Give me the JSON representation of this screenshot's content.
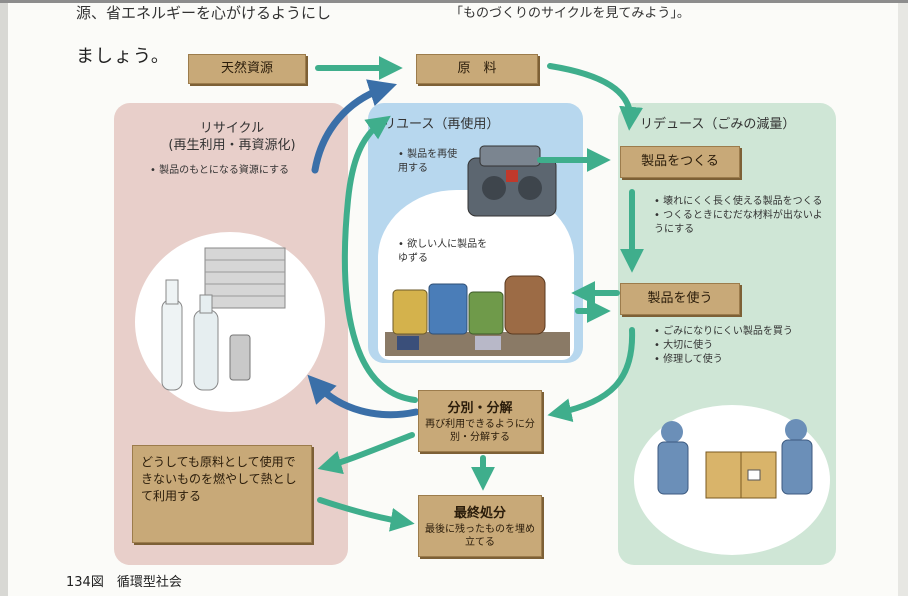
{
  "header": {
    "top_left": "源、省エネルギーを心がけるようにし",
    "top_right": "「ものづくりのサイクルを見てみよう」。",
    "line2": "ましょう。"
  },
  "flow_boxes": {
    "natural_resources": "天然資源",
    "raw_materials": "原　料",
    "make_products": "製品をつくる",
    "use_products": "製品を使う",
    "sort_disassemble": {
      "title": "分別・分解",
      "sub": "再び利用できるように分別・分解する"
    },
    "burn_for_heat": "どうしても原料として使用できないものを燃やして熱として利用する",
    "final_disposal": {
      "title": "最終処分",
      "sub": "最後に残ったものを埋め立てる"
    }
  },
  "panels": {
    "recycle": {
      "title_line1": "リサイクル",
      "title_line2": "(再生利用・再資源化)",
      "bullets": [
        "製品のもとになる資源にする"
      ]
    },
    "reuse": {
      "title": "リユース（再使用）",
      "bullets": [
        "製品を再使用する",
        "欲しい人に製品をゆずる"
      ]
    },
    "reduce": {
      "title": "リデュース（ごみの減量）",
      "bullets_make": [
        "壊れにくく長く使える製品をつくる",
        "つくるときにむだな材料が出ないようにする"
      ],
      "bullets_use": [
        "ごみになりにくい製品を買う",
        "大切に使う",
        "修理して使う"
      ]
    }
  },
  "caption": "134図　循環型社会",
  "colors": {
    "recycle_panel": "#e8cfca",
    "reuse_panel": "#b7d7ee",
    "reduce_panel": "#cfe6d6",
    "box_fill": "#c8a978",
    "green_arrow": "#3fae8c",
    "blue_arrow": "#3a6fa8"
  }
}
